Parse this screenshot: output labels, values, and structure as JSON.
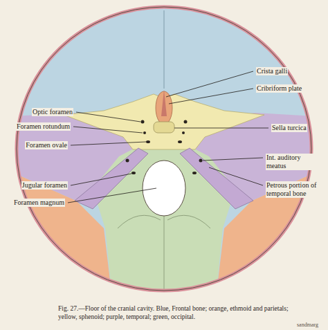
{
  "diagram": {
    "caption": "Fig. 27.—Floor of the cranial cavity. Blue, Frontal bone; orange, ethmoid and parietals; yellow, sphenoid; purple, temporal; green, occipital.",
    "labels": [
      "Crista galli",
      "Cribriform plate",
      "Optic foramen",
      "Sella turcica",
      "Foramen rotundum",
      "Foramen ovale",
      "Int. auditory meatus",
      "Jugular foramen",
      "Petrous portion of temporal bone",
      "Foramen magnum",
      "sandmarg"
    ]
  }
}
